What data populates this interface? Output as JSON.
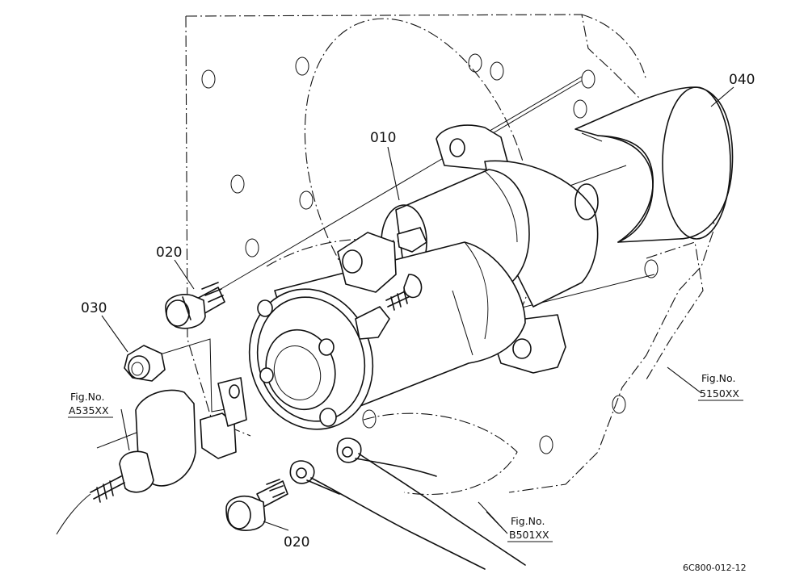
{
  "callouts": {
    "p010": "010",
    "p020_upper": "020",
    "p020_lower": "020",
    "p030": "030",
    "p040": "040"
  },
  "figure_refs": [
    {
      "caption": "Fig.No.",
      "code": "A535XX"
    },
    {
      "caption": "Fig.No.",
      "code": "5150XX"
    },
    {
      "caption": "Fig.No.",
      "code": "B501XX"
    }
  ],
  "drawing_number": "6C800-012-12"
}
